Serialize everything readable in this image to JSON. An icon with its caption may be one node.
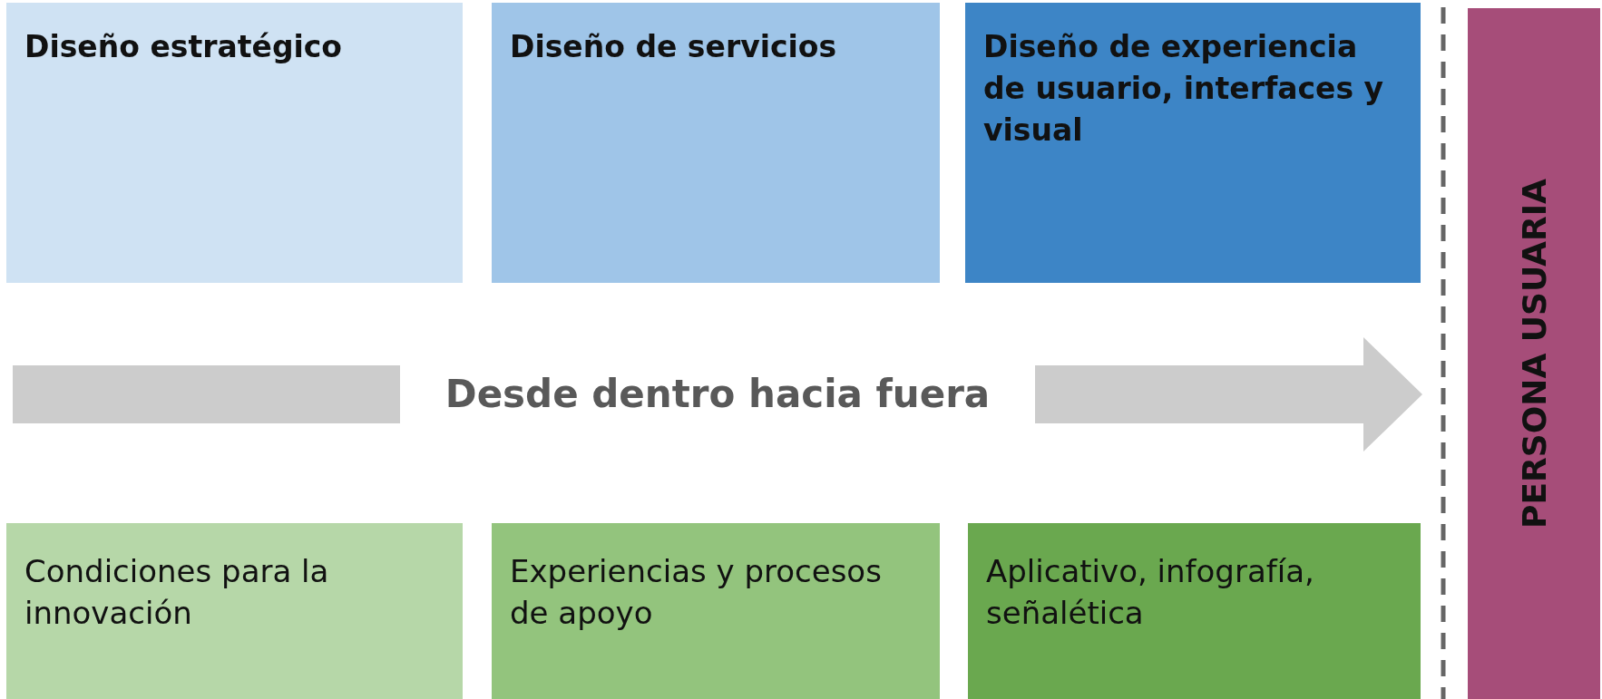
{
  "diagram": {
    "nodes": [
      {
        "text": [
          "Diseño estratégico"
        ]
      },
      {
        "text": [
          "Diseño de servicios"
        ]
      },
      {
        "text": [
          "Diseño de experiencia de usuario, interfaces y visual"
        ]
      },
      {
        "text": [
          "Condiciones para la innovación"
        ]
      },
      {
        "text": [
          "Experiencias y procesos de apoyo"
        ]
      },
      {
        "text": [
          "Aplicativo, infografía, señalética"
        ]
      },
      {
        "text": [
          "PERSONA USUARIA"
        ]
      }
    ],
    "edges": [],
    "labels": [
      "Desde dentro hacia fuera"
    ]
  }
}
